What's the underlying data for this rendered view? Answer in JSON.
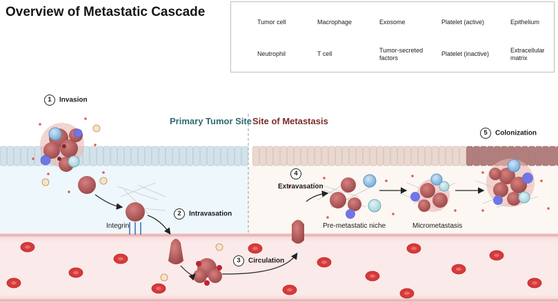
{
  "title": "Overview of Metastatic Cascade",
  "legend": {
    "tumor_cell": "Tumor cell",
    "macrophage": "Macrophage",
    "exosome": "Exosome",
    "platelet_active": "Platelet (active)",
    "epithelium": "Epithelium",
    "neutrophil": "Neutrophil",
    "t_cell": "T cell",
    "tumor_secreted_factors": [
      "Tumor-secreted",
      "factors"
    ],
    "platelet_inactive": "Platelet (inactive)",
    "extracellular_matrix": [
      "Extracellular",
      "matrix"
    ]
  },
  "sites": {
    "primary": "Primary Tumor Site",
    "metastasis": "Site of Metastasis"
  },
  "steps": [
    {
      "num": "1",
      "label": "Invasion"
    },
    {
      "num": "2",
      "label": "Intravasation"
    },
    {
      "num": "3",
      "label": "Circulation"
    },
    {
      "num": "4",
      "label": "Extravasation"
    },
    {
      "num": "5",
      "label": "Colonization"
    }
  ],
  "labels": {
    "integrin": "Integrin",
    "pre_metastatic_niche": "Pre-metastatic niche",
    "micrometastasis": "Micrometastasis"
  },
  "colors": {
    "tumor": "#b55a5a",
    "tumor_dark": "#8c3b3b",
    "macrophage": "#6a6ee0",
    "epithelium": "#d3e2ea",
    "epithelium_meta": "#e9d8d0",
    "epithelium_colonized": "#b27e7c",
    "vessel": "#f8dede",
    "rbc": "#d63a3a",
    "primary_site_text": "#2c6b6e",
    "metastasis_site_text": "#7a2b2b"
  }
}
